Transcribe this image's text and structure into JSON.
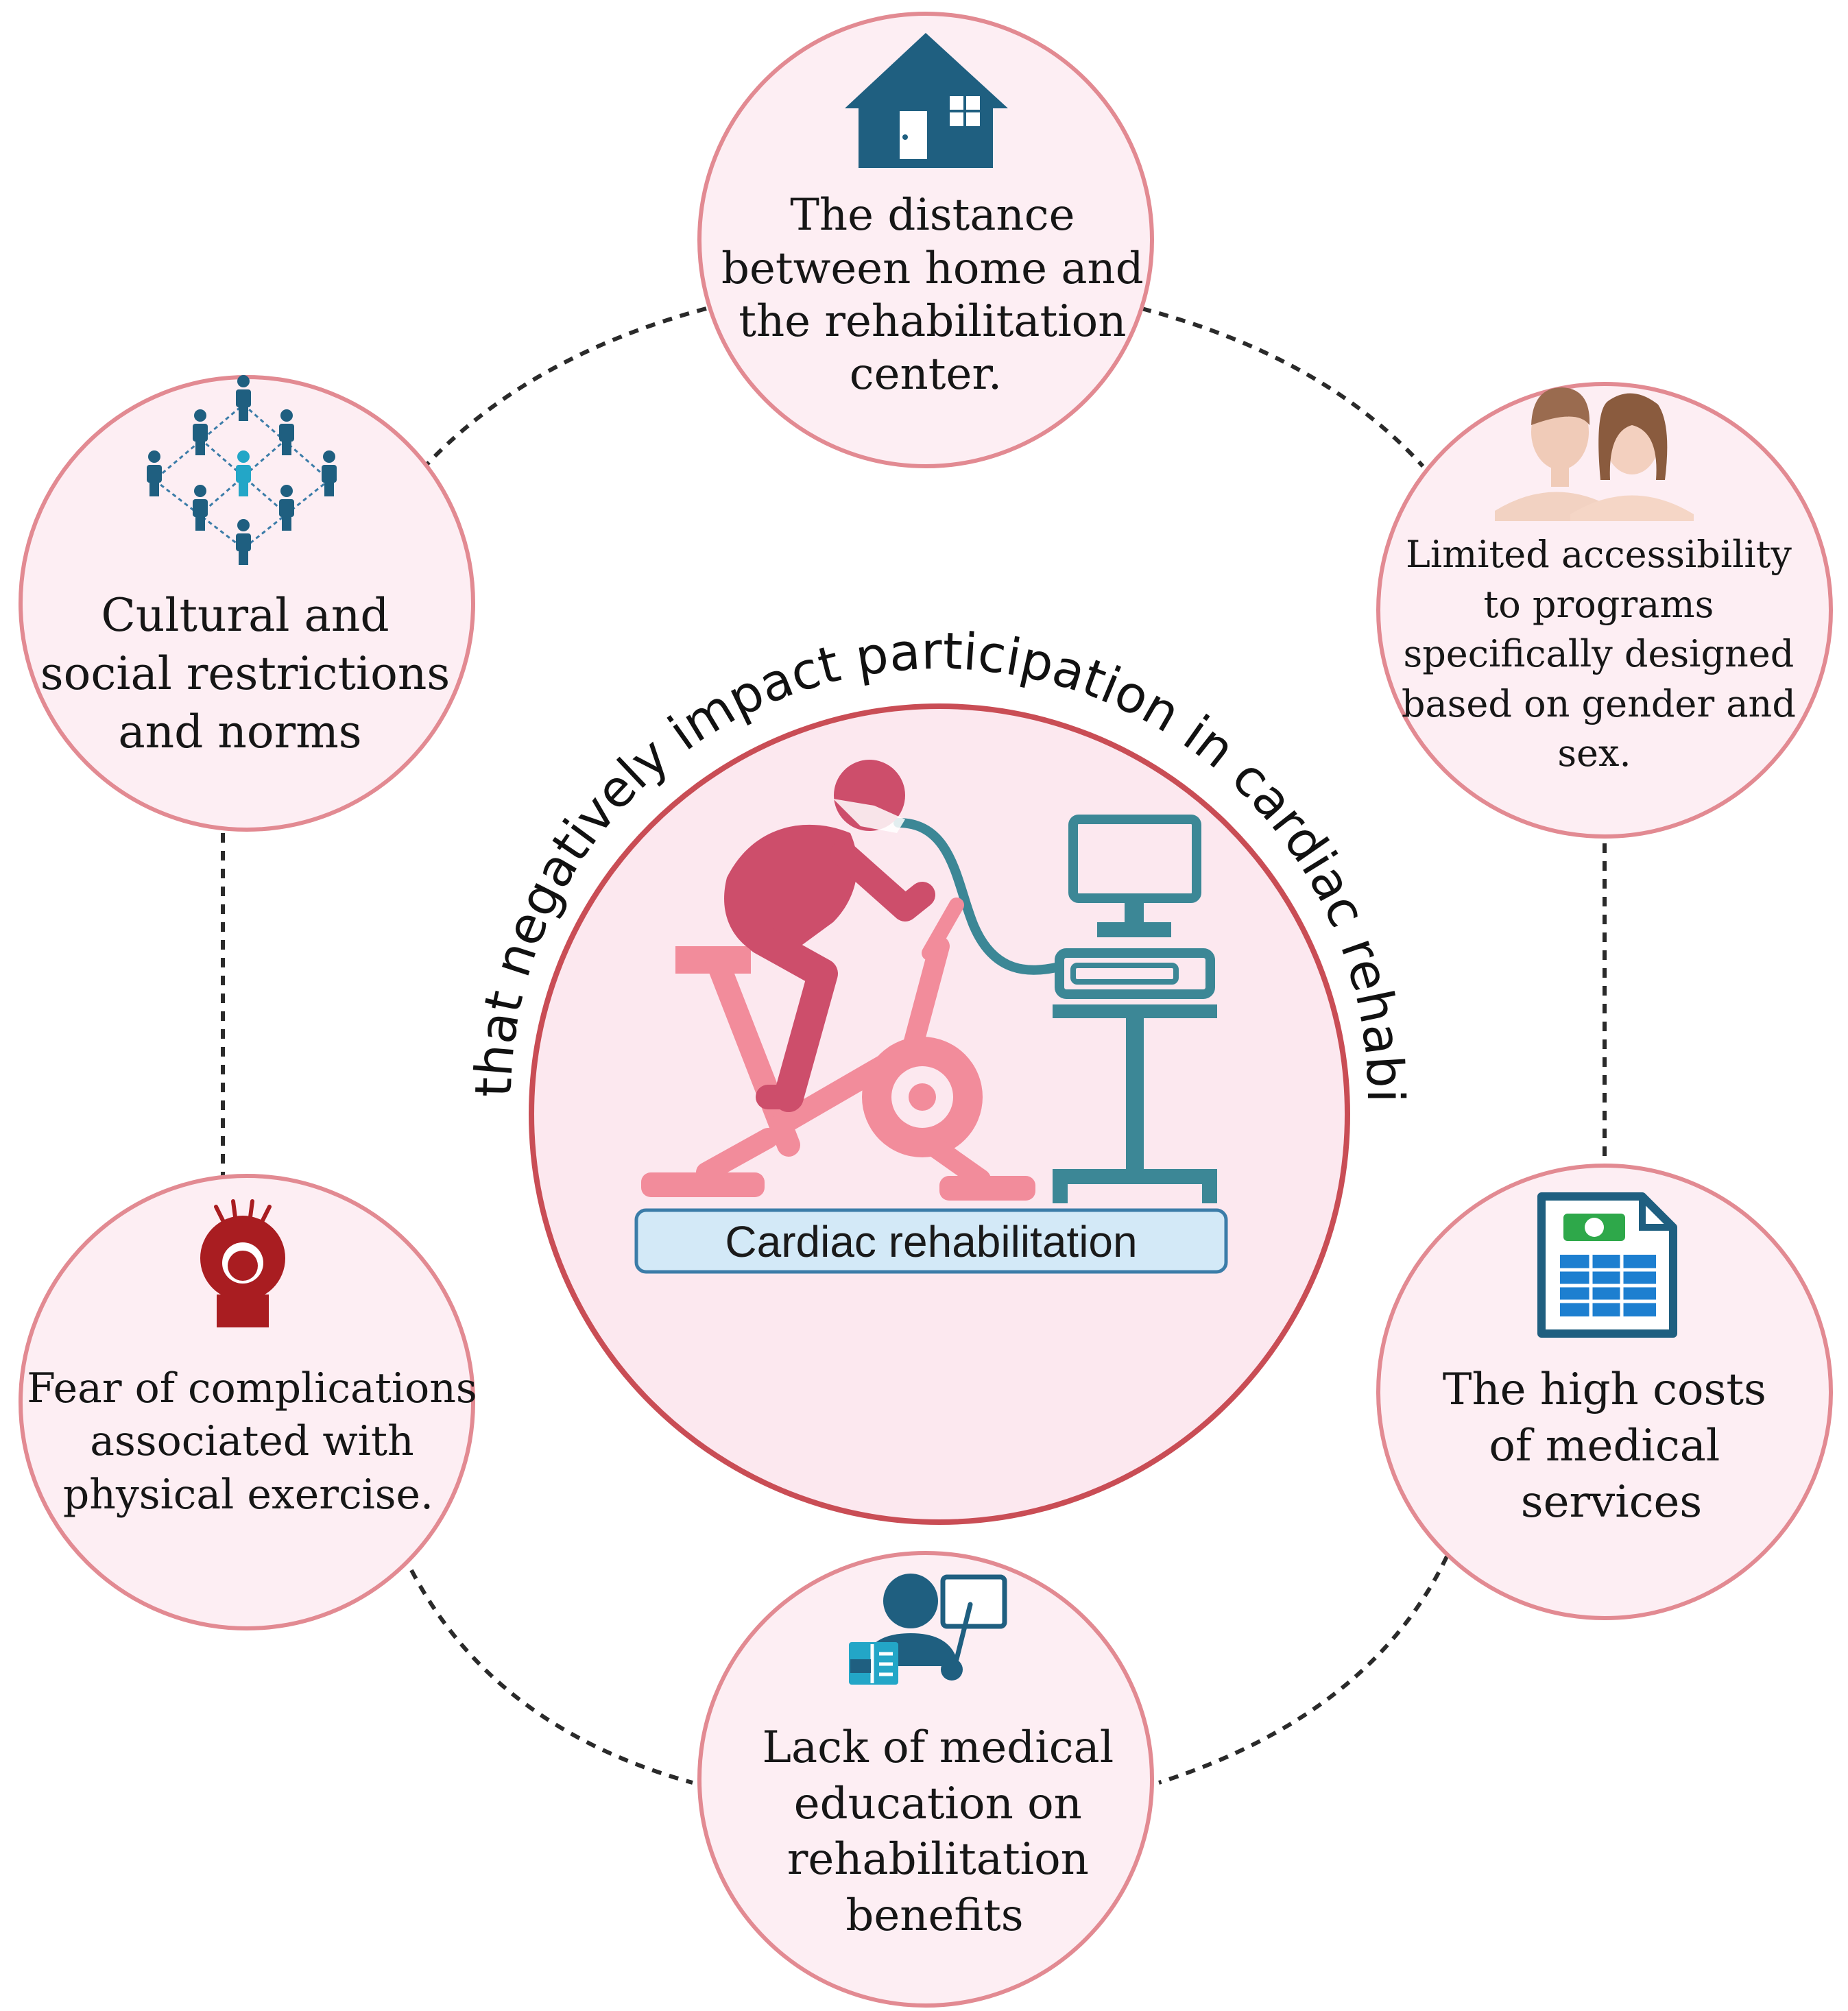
{
  "diagram": {
    "arc_title": "Factors that negatively impact participation in cardiac rehabilitation.",
    "center_label": "Cardiac rehabilitation",
    "factors": {
      "distance": [
        "The distance",
        "between home and",
        "the rehabilitation",
        "center."
      ],
      "gender": [
        "Limited accessibility",
        "to programs",
        "specifically designed",
        "based on gender and",
        "sex."
      ],
      "costs": [
        "The high costs",
        "of medical",
        "services"
      ],
      "education": [
        "Lack of medical",
        "education on",
        "rehabilitation",
        "benefits"
      ],
      "fear": [
        "Fear of complications",
        "associated with",
        "physical exercise."
      ],
      "cultural": [
        "Cultural and",
        "social restrictions",
        "and norms"
      ]
    },
    "icons": {
      "distance": "house-icon",
      "gender": "man-woman-icon",
      "costs": "invoice-icon",
      "education": "teacher-icon",
      "fear": "stressed-person-icon",
      "cultural": "people-network-icon"
    },
    "colors": {
      "circle_fill": "#fdeef3",
      "circle_stroke": "#e28a92",
      "center_fill": "#fce8ef",
      "center_stroke": "#c94d55",
      "figure_dark": "#cd4e6b",
      "figure_light": "#f28c9b",
      "equipment": "#3c8796",
      "icon_blue": "#1f5f80",
      "icon_dark_red": "#a91d21",
      "label_box_fill": "#d3e9f7",
      "label_box_stroke": "#3b7ca8"
    }
  }
}
